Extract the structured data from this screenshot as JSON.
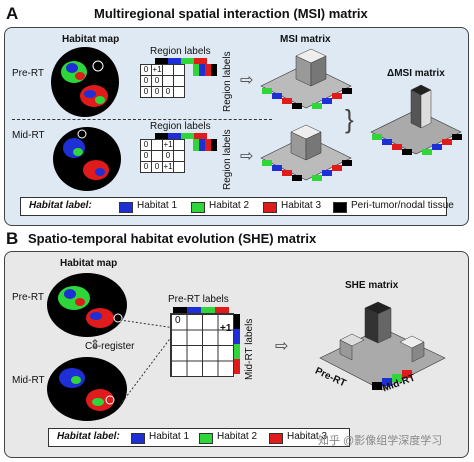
{
  "panel_a": {
    "letter": "A",
    "title": "Multiregional spatial interaction (MSI) matrix",
    "habitat_map": "Habitat map",
    "pre_rt": "Pre-RT",
    "mid_rt": "Mid-RT",
    "region_labels_top": "Region labels",
    "region_labels_side": "Region labels",
    "msi_matrix": "MSI matrix",
    "delta_msi": "ΔMSI matrix",
    "pre_cells": [
      [
        "0",
        "+1",
        ""
      ],
      [
        "0",
        "0",
        ""
      ],
      [
        "0",
        "0",
        "0"
      ]
    ],
    "mid_cells": [
      [
        "0",
        "",
        "+1"
      ],
      [
        "0",
        "",
        "0"
      ],
      [
        "0",
        "0",
        "+1"
      ]
    ]
  },
  "panel_b": {
    "letter": "B",
    "title": "Spatio-temporal habitat evolution (SHE) matrix",
    "habitat_map": "Habitat map",
    "pre_rt": "Pre-RT",
    "mid_rt": "Mid-RT",
    "co_register": "Co-register",
    "pre_rt_labels": "Pre-RT labels",
    "mid_rt_labels": "Mid-RT labels",
    "she_matrix": "SHE matrix",
    "cell_zero": "0",
    "cell_plus": "+1",
    "axis_pre": "Pre-RT",
    "axis_mid": "Mid-RT"
  },
  "legend_a": {
    "title": "Habitat label:",
    "items": [
      "Habitat 1",
      "Habitat 2",
      "Habitat 3",
      "Peri-tumor/nodal tissue"
    ]
  },
  "legend_b": {
    "title": "Habitat label:",
    "items": [
      "Habitat 1",
      "Habitat 2",
      "Habitat 3"
    ]
  },
  "watermark": "知乎 @影像组学深度学习",
  "colors": {
    "habitat1": "#1f2fd6",
    "habitat2": "#2fd63a",
    "habitat3": "#e01b1b",
    "peri": "#000000",
    "panel_a_bg": "#dfe9f3",
    "panel_b_bg": "#e8e8e8"
  }
}
